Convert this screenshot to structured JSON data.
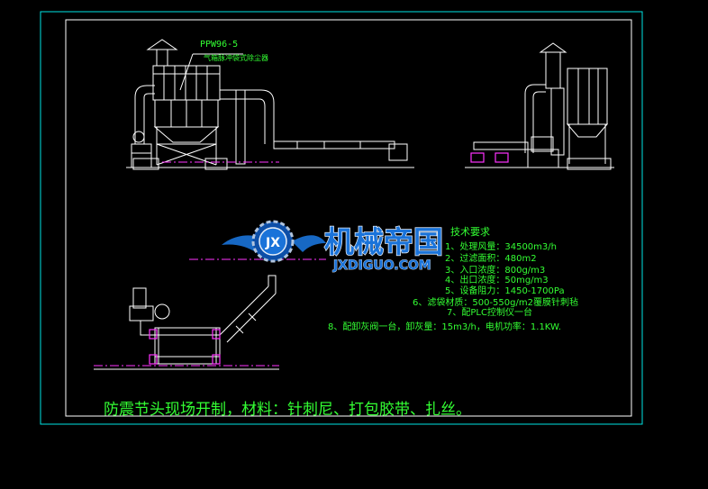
{
  "equipment_label": {
    "model": "PPW96-5",
    "name": "气箱脉冲袋式除尘器"
  },
  "specs": {
    "heading": "技术要求",
    "items": [
      "1、处理风量：34500m3/h",
      "2、过滤面积：480m2",
      "3、入口浓度：800g/m3",
      "4、出口浓度：50mg/m3",
      "5、设备阻力：1450-1700Pa",
      "6、滤袋材质：500-550g/m2覆膜针刺毡",
      "7、配PLC控制仪一台",
      "8、配卸灰阀一台，卸灰量：15m3/h，电机功率：1.1KW."
    ]
  },
  "note": "防震节头现场开制，材料：针刺尼、打包胶带、扎丝。",
  "watermark": {
    "cn": "机械帝国",
    "en": "JXDIGUO.COM",
    "logo_letters": "JX"
  },
  "colors": {
    "background": "#000000",
    "frame": "#00e5e5",
    "lines": "#ffffff",
    "text_green": "#33ff33",
    "centerline": "#ff33ff",
    "watermark": "#1a73d9"
  }
}
